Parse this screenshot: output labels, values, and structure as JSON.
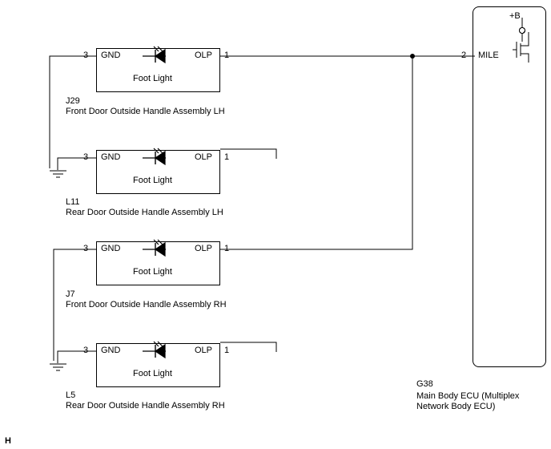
{
  "diagram": {
    "type": "wiring-diagram",
    "bottom_marker": "H",
    "ecu": {
      "code": "G38",
      "name_line1": "Main Body ECU (Multiplex",
      "name_line2": "Network Body ECU)",
      "power_label": "+B",
      "terminals": [
        {
          "pin": "2",
          "label": "MILE"
        }
      ]
    },
    "components": [
      {
        "code": "J29",
        "name": "Front Door Outside Handle Assembly LH",
        "left_pin": "3",
        "left_terminal": "GND",
        "right_terminal": "OLP",
        "right_pin": "1",
        "inner_label": "Foot Light",
        "ground": false
      },
      {
        "code": "L11",
        "name": "Rear Door Outside Handle Assembly LH",
        "left_pin": "3",
        "left_terminal": "GND",
        "right_terminal": "OLP",
        "right_pin": "1",
        "inner_label": "Foot Light",
        "ground": true
      },
      {
        "code": "J7",
        "name": "Front Door Outside Handle Assembly RH",
        "left_pin": "3",
        "left_terminal": "GND",
        "right_terminal": "OLP",
        "right_pin": "1",
        "inner_label": "Foot Light",
        "ground": false
      },
      {
        "code": "L5",
        "name": "Rear Door Outside Handle Assembly RH",
        "left_pin": "3",
        "left_terminal": "GND",
        "right_terminal": "OLP",
        "right_pin": "1",
        "inner_label": "Foot Light",
        "ground": true
      }
    ]
  }
}
